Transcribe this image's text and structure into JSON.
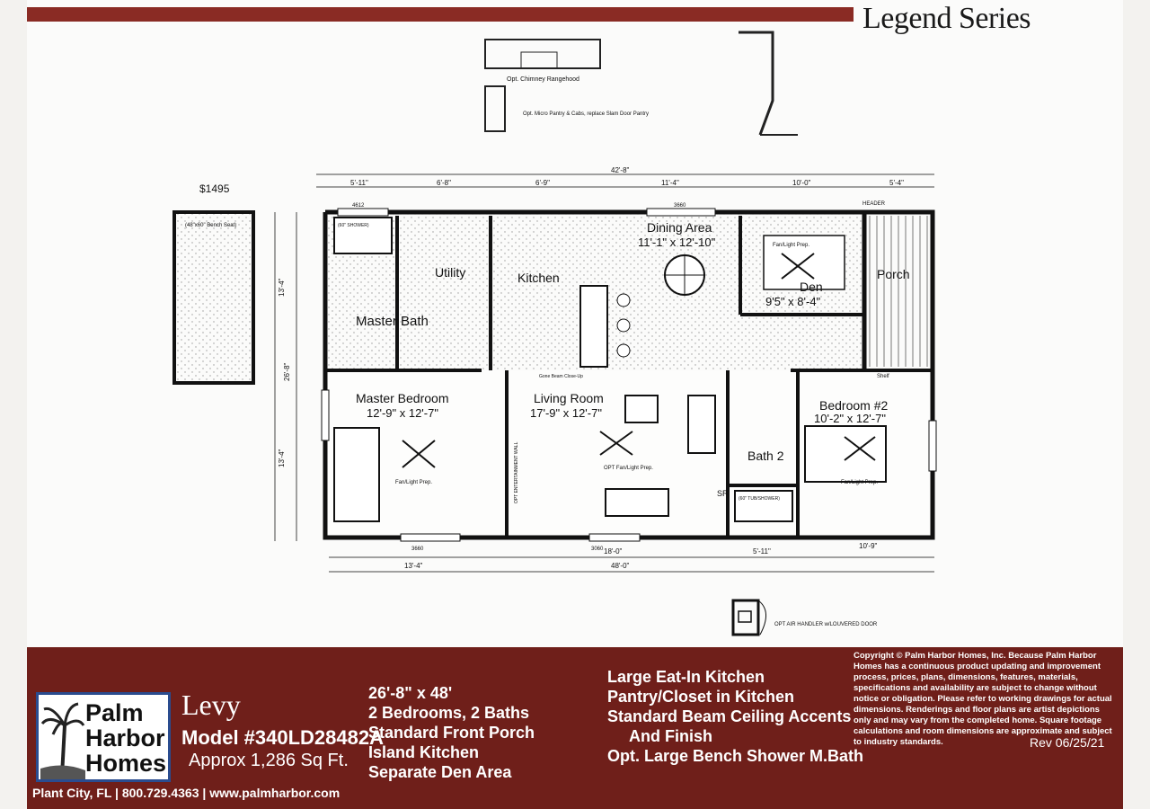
{
  "header": {
    "series": "Legend Series"
  },
  "plan": {
    "price_tag": "$1495",
    "rooms": [
      {
        "name": "Master Bath",
        "size": ""
      },
      {
        "name": "Utility",
        "size": ""
      },
      {
        "name": "Kitchen",
        "size": ""
      },
      {
        "name": "Dining Area",
        "size": "11'-1\" x 12'-10\""
      },
      {
        "name": "Den",
        "size": "9'5\" x 8'-4\""
      },
      {
        "name": "Porch",
        "size": ""
      },
      {
        "name": "Master Bedroom",
        "size": "12'-9\" x 12'-7\""
      },
      {
        "name": "Living Room",
        "size": "17'-9\" x 12'-7\""
      },
      {
        "name": "Bedroom #2",
        "size": "10'-2\" x 12'-7\""
      },
      {
        "name": "Bath 2",
        "size": ""
      }
    ],
    "top_dims": [
      "5'-11\"",
      "6'-8\"",
      "6'-9\"",
      "11'-4\"",
      "10'-0\"",
      "5'-4\""
    ],
    "overall_top": "42'-8\"",
    "bottom_dims": [
      "13'-4\"",
      "18'-0\"",
      "5'-11\"",
      "10'-9\""
    ],
    "overall_bottom": "48'-0\"",
    "side_dims": [
      "13'-4\"",
      "26'-8\"",
      "13'-4\""
    ],
    "notes": {
      "chimney": "Opt. Chimney Rangehood",
      "pantry": "Opt. Micro Pantry & Cabs, replace Slam Door Pantry",
      "air_handler": "OPT AIR HANDLER w/LOUVERED DOOR",
      "fan_light": "Fan/Light Prep.",
      "opt_fan": "OPT Fan/Light Prep.",
      "beam": "Gone Beam Close-Up",
      "shower": "(60\" SHOWER)",
      "bench_seat": "(48\"x60\" Bench Seat)",
      "tub": "(60\" TUB/SHOWER)",
      "shelf": "Shelf",
      "ent_wall": "OPT ENTERTAINMENT WALL",
      "window_3660": "3660",
      "window_3060": "3060",
      "window_4612": "4612",
      "sr": "SR",
      "header": "HEADER"
    }
  },
  "footer": {
    "logo": [
      "Palm",
      "Harbor",
      "Homes"
    ],
    "model_name": "Levy",
    "model_number": "Model #340LD28482A",
    "sqft": "Approx 1,286 Sq Ft.",
    "features_left": [
      "26'-8\" x 48'",
      "2 Bedrooms, 2 Baths",
      "Standard Front Porch",
      "Island Kitchen",
      "Separate Den Area"
    ],
    "features_right": [
      "Large Eat-In Kitchen",
      "Pantry/Closet in Kitchen",
      "Standard Beam Ceiling Accents",
      "And Finish",
      "Opt. Large Bench Shower M.Bath"
    ],
    "copyright": "Copyright © Palm Harbor Homes, Inc. Because Palm Harbor Homes has a continuous product updating and improvement process, prices, plans, dimensions, features, materials, specifications and availability are subject to change without notice or obligation. Please refer to working drawings for actual dimensions. Renderings and floor plans are artist depictions only and may vary from the completed home. Square footage calculations and room dimensions are approximate and subject to industry standards.",
    "revision": "Rev 06/25/21",
    "contact": "Plant City, FL | 800.729.4363 | www.palmharbor.com"
  },
  "colors": {
    "accent": "#6f1f1a",
    "bar": "#8a2b24",
    "logo_border": "#2a4c8f"
  }
}
